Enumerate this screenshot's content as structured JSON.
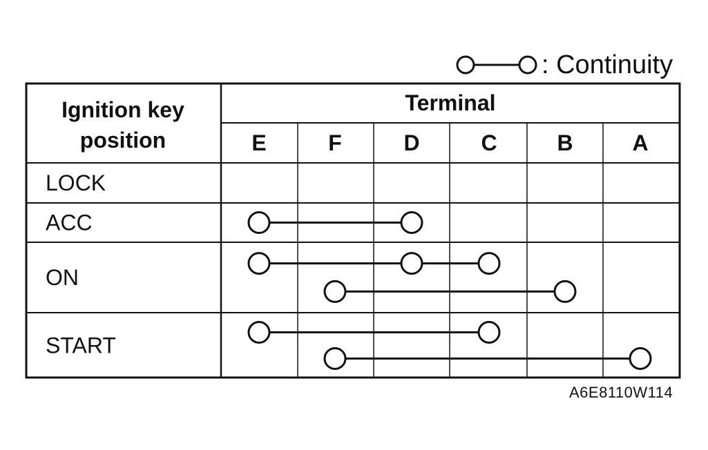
{
  "legend": {
    "label": ": Continuity"
  },
  "header": {
    "position_label_line1": "Ignition key",
    "position_label_line2": "position",
    "terminal_label": "Terminal"
  },
  "terminals": [
    "E",
    "F",
    "D",
    "C",
    "B",
    "A"
  ],
  "positions": [
    {
      "label": "LOCK",
      "connections": []
    },
    {
      "label": "ACC",
      "connections": [
        [
          "E",
          "D"
        ]
      ]
    },
    {
      "label": "ON",
      "connections": [
        [
          "E",
          "D",
          "C"
        ],
        [
          "F",
          "B"
        ]
      ]
    },
    {
      "label": "START",
      "connections": [
        [
          "E",
          "C"
        ],
        [
          "F",
          "A"
        ]
      ]
    }
  ],
  "footer": {
    "code": "A6E8110W114"
  }
}
